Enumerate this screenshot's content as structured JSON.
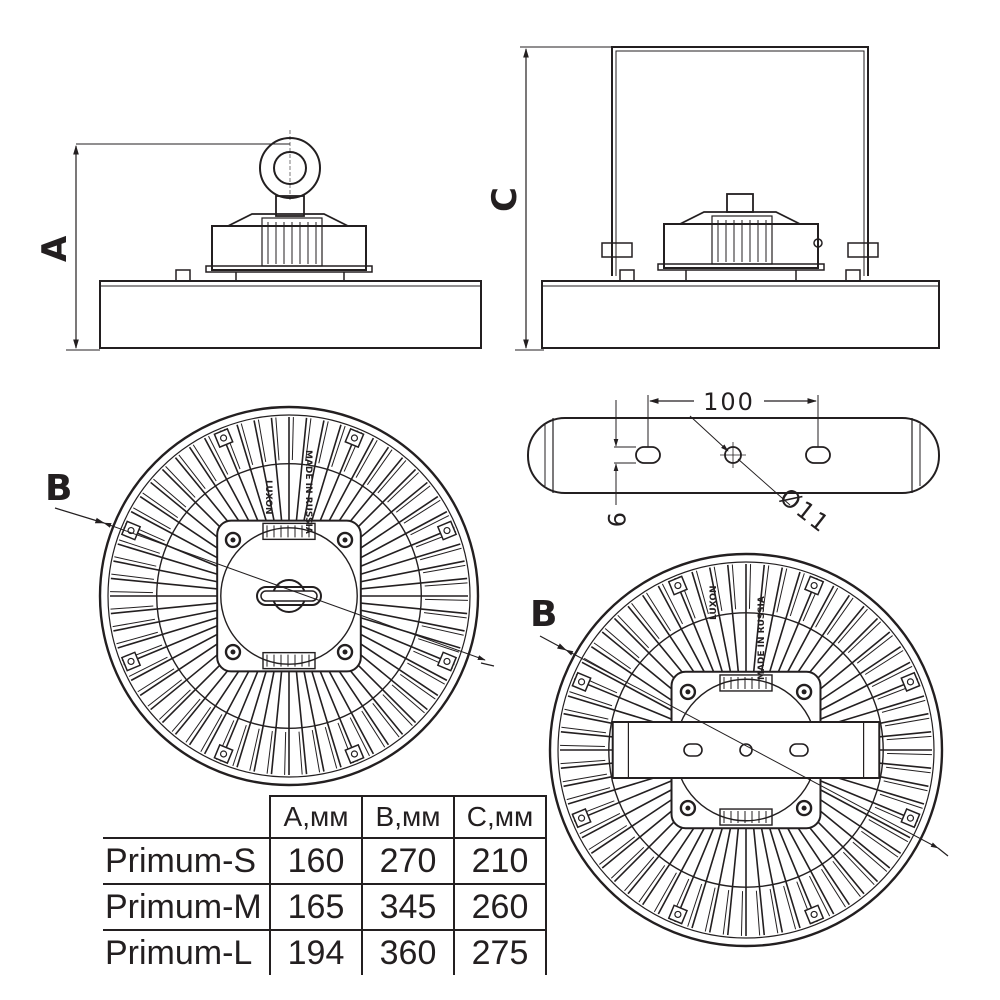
{
  "labels": {
    "dim_a": "A",
    "dim_b": "B",
    "dim_c": "C",
    "mount_spacing": "100",
    "slot_width": "9",
    "hole_diameter": "Ø11",
    "marking_brand": "LUXON",
    "marking_made": "MADE IN RUSSIA"
  },
  "table": {
    "headers": [
      "",
      "A,мм",
      "B,мм",
      "C,мм"
    ],
    "rows": [
      {
        "model": "Primum-S",
        "a": "160",
        "b": "270",
        "c": "210"
      },
      {
        "model": "Primum-M",
        "a": "165",
        "b": "345",
        "c": "260"
      },
      {
        "model": "Primum-L",
        "a": "194",
        "b": "360",
        "c": "275"
      }
    ]
  }
}
